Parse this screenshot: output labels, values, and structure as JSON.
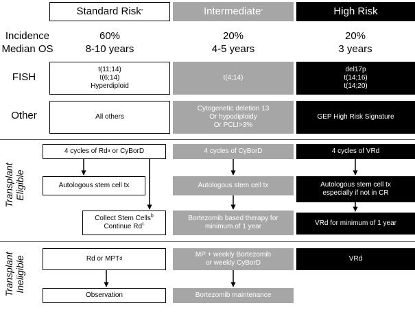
{
  "headers": {
    "standard": {
      "label": "Standard Risk",
      "sup": "*"
    },
    "intermediate": {
      "label": "Intermediate",
      "sup": "*"
    },
    "high": {
      "label": "High Risk"
    }
  },
  "row_labels": {
    "incidence": "Incidence",
    "median_os": "Median OS",
    "fish": "FISH",
    "other": "Other"
  },
  "stats": {
    "standard": {
      "incidence": "60%",
      "median_os": "8-10 years"
    },
    "intermediate": {
      "incidence": "20%",
      "median_os": "4-5 years"
    },
    "high": {
      "incidence": "20%",
      "median_os": "3 years"
    }
  },
  "fish": {
    "standard": [
      "t(11;14)",
      "t(6;14)",
      "Hyperdiploid"
    ],
    "intermediate": [
      "t(4;14)"
    ],
    "high": [
      "del17p",
      "t(14;16)",
      "t(14;20)"
    ]
  },
  "other": {
    "standard": "All others",
    "intermediate": [
      "Cytogenetic deletion 13",
      "Or hypodiploidy",
      "Or PCLI>3%"
    ],
    "high": "GEP High Risk Signature"
  },
  "side_labels": {
    "transplant_eligible": [
      "Transplant",
      "Eligible"
    ],
    "transplant_ineligible": [
      "Transplant",
      "Ineligible"
    ]
  },
  "eligible": {
    "standard_induction": {
      "text": "4 cycles of Rd",
      "sup1": "a",
      "mid": " or CyBorD"
    },
    "standard_asct": "Autologous stem cell tx",
    "standard_collect": {
      "line1": "Collect Stem Cells",
      "sup1": "b",
      "line2": "Continue Rd",
      "sup2": "c"
    },
    "intermediate_induction": "4 cycles of CyBorD",
    "intermediate_asct": "Autologous stem cell tx",
    "intermediate_maint": [
      "Bortezomib based therapy for",
      "minimum of 1 year"
    ],
    "high_induction": "4 cycles of VRd",
    "high_asct": [
      "Autologous stem cell tx",
      "especially if not in CR"
    ],
    "high_maint": "VRd for minimum of 1 year"
  },
  "ineligible": {
    "standard_tx": {
      "text": "Rd or MPT",
      "sup": "d"
    },
    "standard_after": "Observation",
    "intermediate_tx": [
      "MP + weekly Bortezomib",
      "or weekly CyBorD"
    ],
    "intermediate_after": "Bortezomib maintenance",
    "high_tx": "VRd"
  },
  "colors": {
    "intermediate_fill": "#a6a6a6",
    "high_fill": "#000000",
    "standard_fill": "#ffffff",
    "superscript_blue": "#3a5bd0"
  }
}
